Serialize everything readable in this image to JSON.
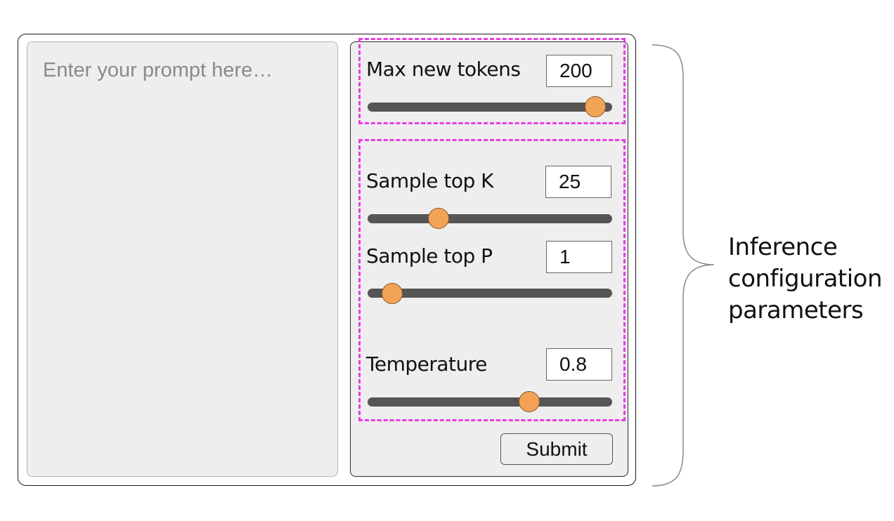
{
  "prompt": {
    "placeholder": "Enter your prompt here…"
  },
  "controls": [
    {
      "label": "Max new tokens",
      "value": "200",
      "level": 0.93
    },
    {
      "label": "Sample top K",
      "value": "25",
      "level": 0.29
    },
    {
      "label": "Sample top P",
      "value": "1",
      "level": 0.1
    },
    {
      "label": "Temperature",
      "value": "0.8",
      "level": 0.66
    }
  ],
  "submit_label": "Submit",
  "annotation": {
    "text": "Inference\nconfiguration\nparameters"
  },
  "colors": {
    "group_border": "#e83ce6",
    "thumb": "#f2a356",
    "track": "#555555",
    "panel_bg": "#eeeeee"
  }
}
